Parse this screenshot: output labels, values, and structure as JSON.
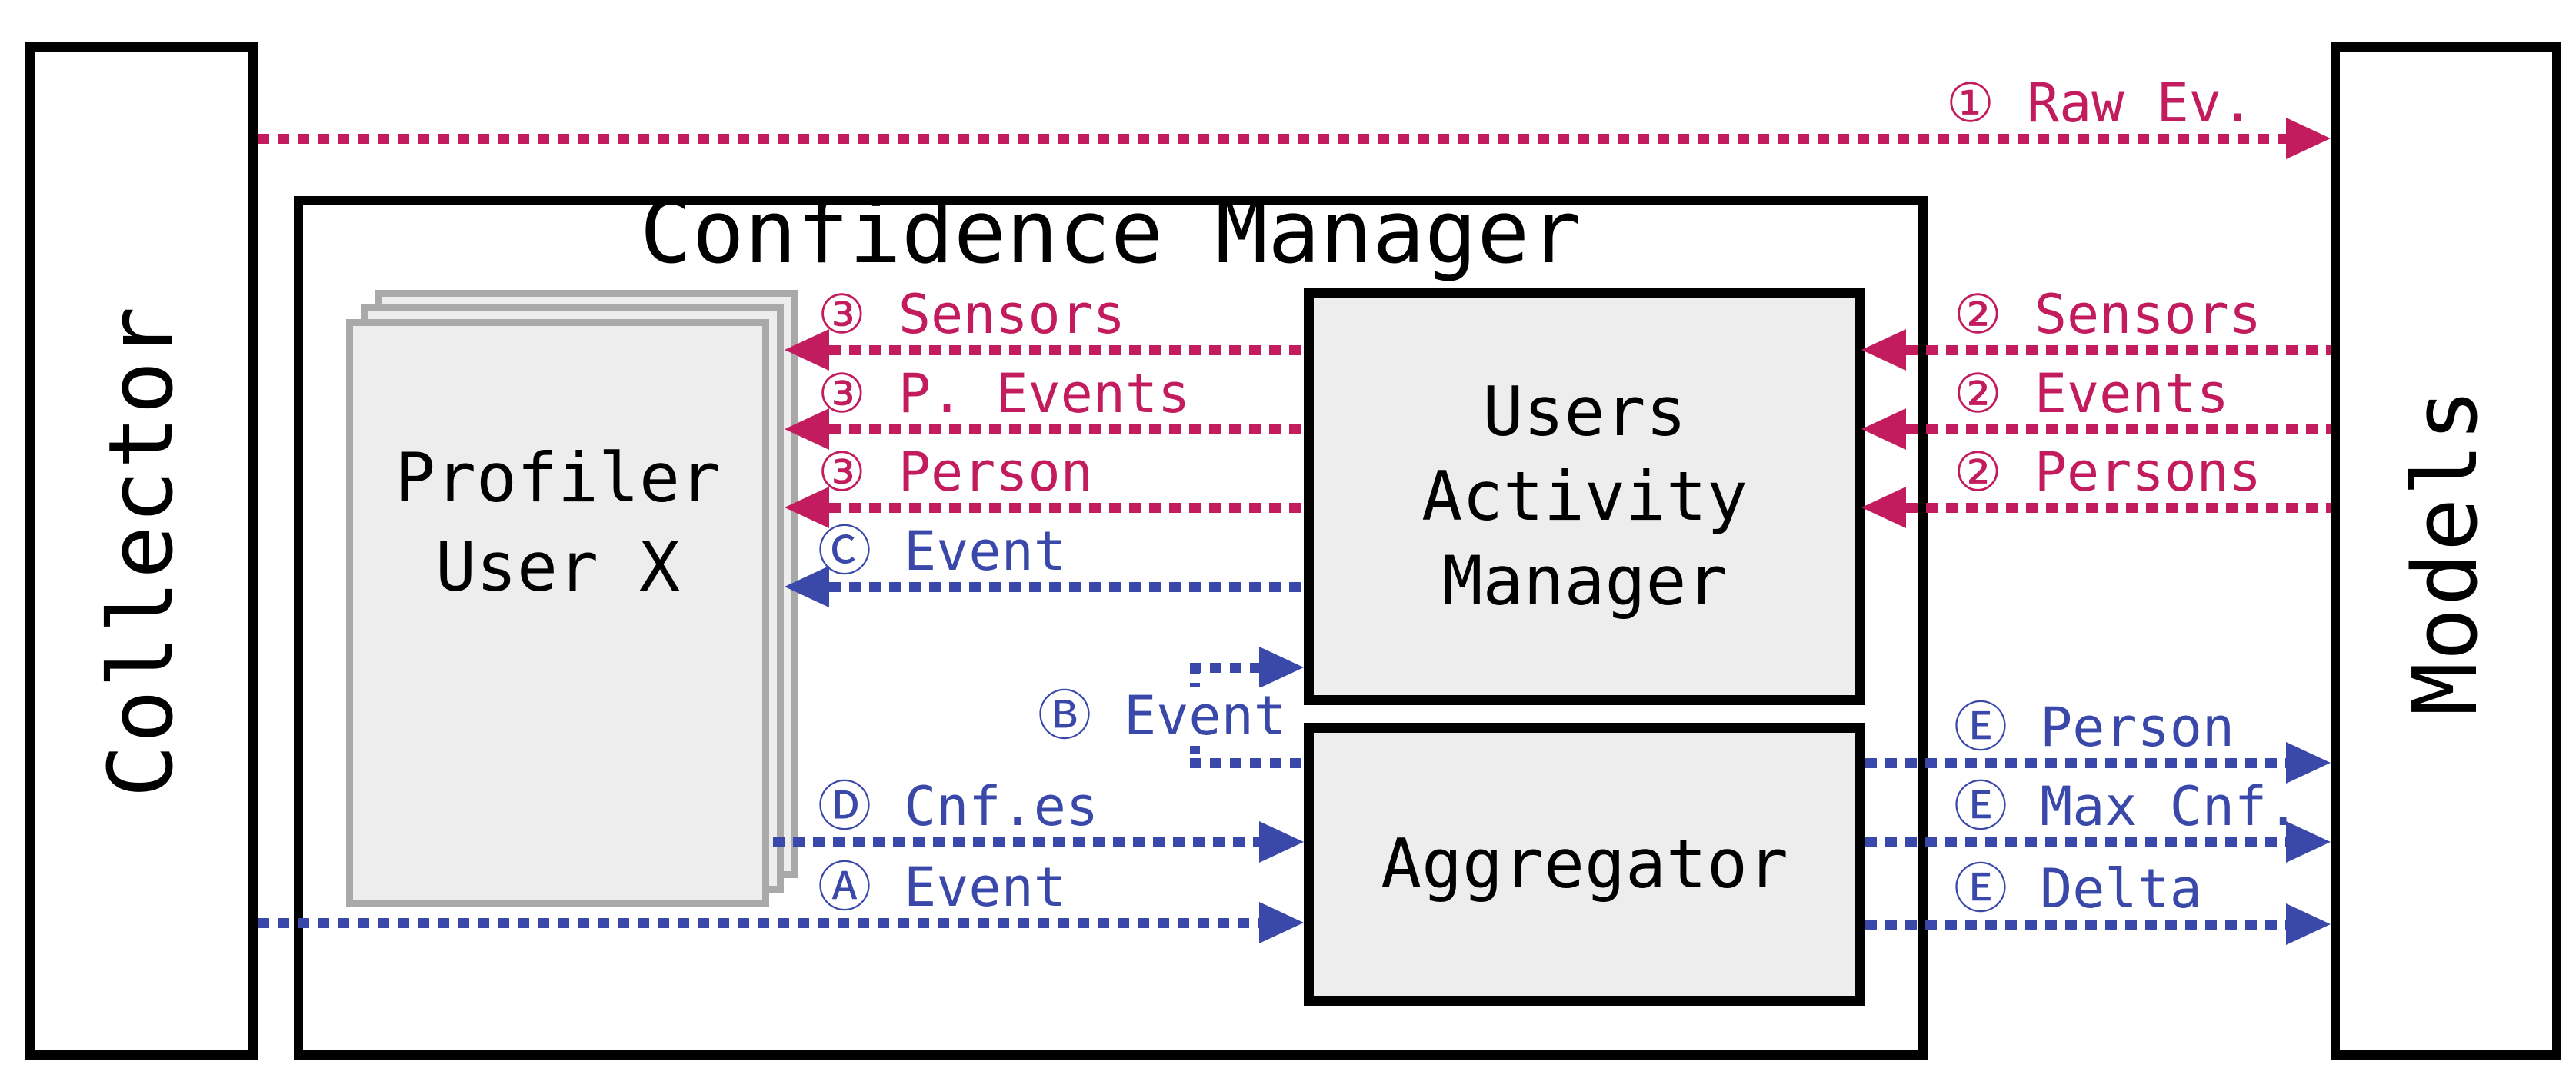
{
  "colors": {
    "flow-red": "#c31c5e",
    "flow-blue": "#3a48aa",
    "panel-fill": "#ededed",
    "page-border": "#a9a9a9"
  },
  "boxes": {
    "collector": {
      "label": "Collector"
    },
    "models": {
      "label": "Models"
    },
    "confidence_manager": {
      "title": "Confidence Manager"
    },
    "profiler": {
      "line1": "Profiler",
      "line2": "User X"
    },
    "users_activity_manager": {
      "line1": "Users",
      "line2": "Activity",
      "line3": "Manager"
    },
    "aggregator": {
      "label": "Aggregator"
    }
  },
  "flows": {
    "raw_ev": {
      "label": "① Raw Ev.",
      "color": "red",
      "from": "Collector",
      "to": "Models"
    },
    "sensors2": {
      "label": "② Sensors",
      "color": "red",
      "from": "Models",
      "to": "Users Activity Manager"
    },
    "events2": {
      "label": "② Events",
      "color": "red",
      "from": "Models",
      "to": "Users Activity Manager"
    },
    "persons2": {
      "label": "② Persons",
      "color": "red",
      "from": "Models",
      "to": "Users Activity Manager"
    },
    "sensors3": {
      "label": "③ Sensors",
      "color": "red",
      "from": "Users Activity Manager",
      "to": "Profiler User X"
    },
    "p_events3": {
      "label": "③ P. Events",
      "color": "red",
      "from": "Users Activity Manager",
      "to": "Profiler User X"
    },
    "person3": {
      "label": "③ Person",
      "color": "red",
      "from": "Users Activity Manager",
      "to": "Profiler User X"
    },
    "c_event": {
      "label": "Ⓒ Event",
      "color": "blue",
      "from": "Users Activity Manager",
      "to": "Profiler User X"
    },
    "b_event": {
      "label": "Ⓑ Event",
      "color": "blue",
      "from": "Aggregator",
      "to": "Users Activity Manager"
    },
    "d_cnfes": {
      "label": "Ⓓ Cnf.es",
      "color": "blue",
      "from": "Profiler User X",
      "to": "Aggregator"
    },
    "a_event": {
      "label": "Ⓐ Event",
      "color": "blue",
      "from": "Collector",
      "to": "Aggregator"
    },
    "e_person": {
      "label": "Ⓔ Person",
      "color": "blue",
      "from": "Aggregator",
      "to": "Models"
    },
    "e_max_cnf": {
      "label": "Ⓔ Max Cnf.",
      "color": "blue",
      "from": "Aggregator",
      "to": "Models"
    },
    "e_delta": {
      "label": "Ⓔ Delta",
      "color": "blue",
      "from": "Aggregator",
      "to": "Models"
    }
  }
}
